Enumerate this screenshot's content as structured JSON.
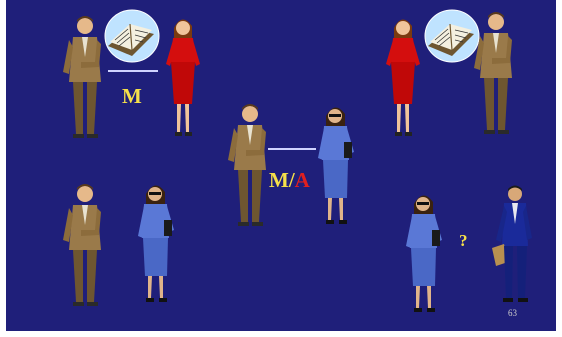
{
  "labels": {
    "m_top": "M",
    "m_center": "M",
    "slash": "/",
    "a_center": "A",
    "question": "?"
  },
  "page_number": "63",
  "colors": {
    "background": "#1f1f7a",
    "label_yellow": "#f5e04a",
    "label_red": "#e02020",
    "man_suit": "#9a7a4a",
    "woman_red_dress": "#d40e0e",
    "woman_blue_suit": "#5a78d6",
    "man_blue_suit": "#1a2a9a",
    "book_bubble": "#bfe3ff"
  },
  "icons": [
    "man-brown-suit-figure",
    "woman-red-dress-figure",
    "woman-blue-suit-figure",
    "man-blue-suit-figure",
    "open-book-icon"
  ]
}
